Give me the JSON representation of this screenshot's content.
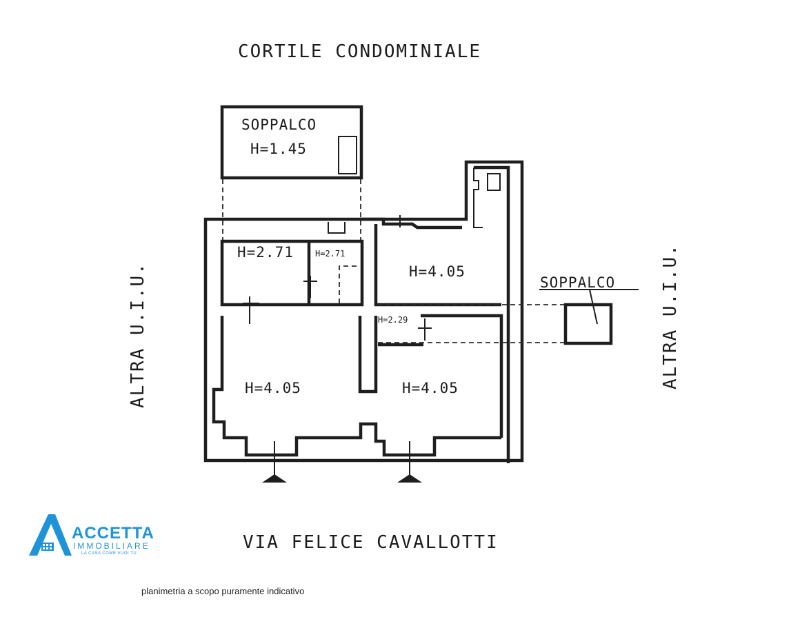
{
  "header": {
    "title": "CORTILE CONDOMINIALE"
  },
  "street": {
    "label": "VIA FELICE CAVALLOTTI"
  },
  "sides": {
    "left": "ALTRA U.I.U.",
    "right": "ALTRA U.I.U."
  },
  "mezzanine_top": {
    "label": "SOPPALCO",
    "height": "H=1.45"
  },
  "mezzanine_right": {
    "label": "SOPPALCO"
  },
  "rooms": {
    "room_top_left": "H=2.71",
    "room_bath": "H=2.71",
    "room_top_right": "H=4.05",
    "room_corridor": "H=2.29",
    "room_bottom_left": "H=4.05",
    "room_bottom_right": "H=4.05"
  },
  "logo": {
    "brand": "ACCETTA",
    "sub": "IMMOBILIARE",
    "tagline": "LA CASA COME VUOI TU",
    "color": "#1f93d8"
  },
  "footer": {
    "note": "planimetria a scopo puramente indicativo"
  }
}
